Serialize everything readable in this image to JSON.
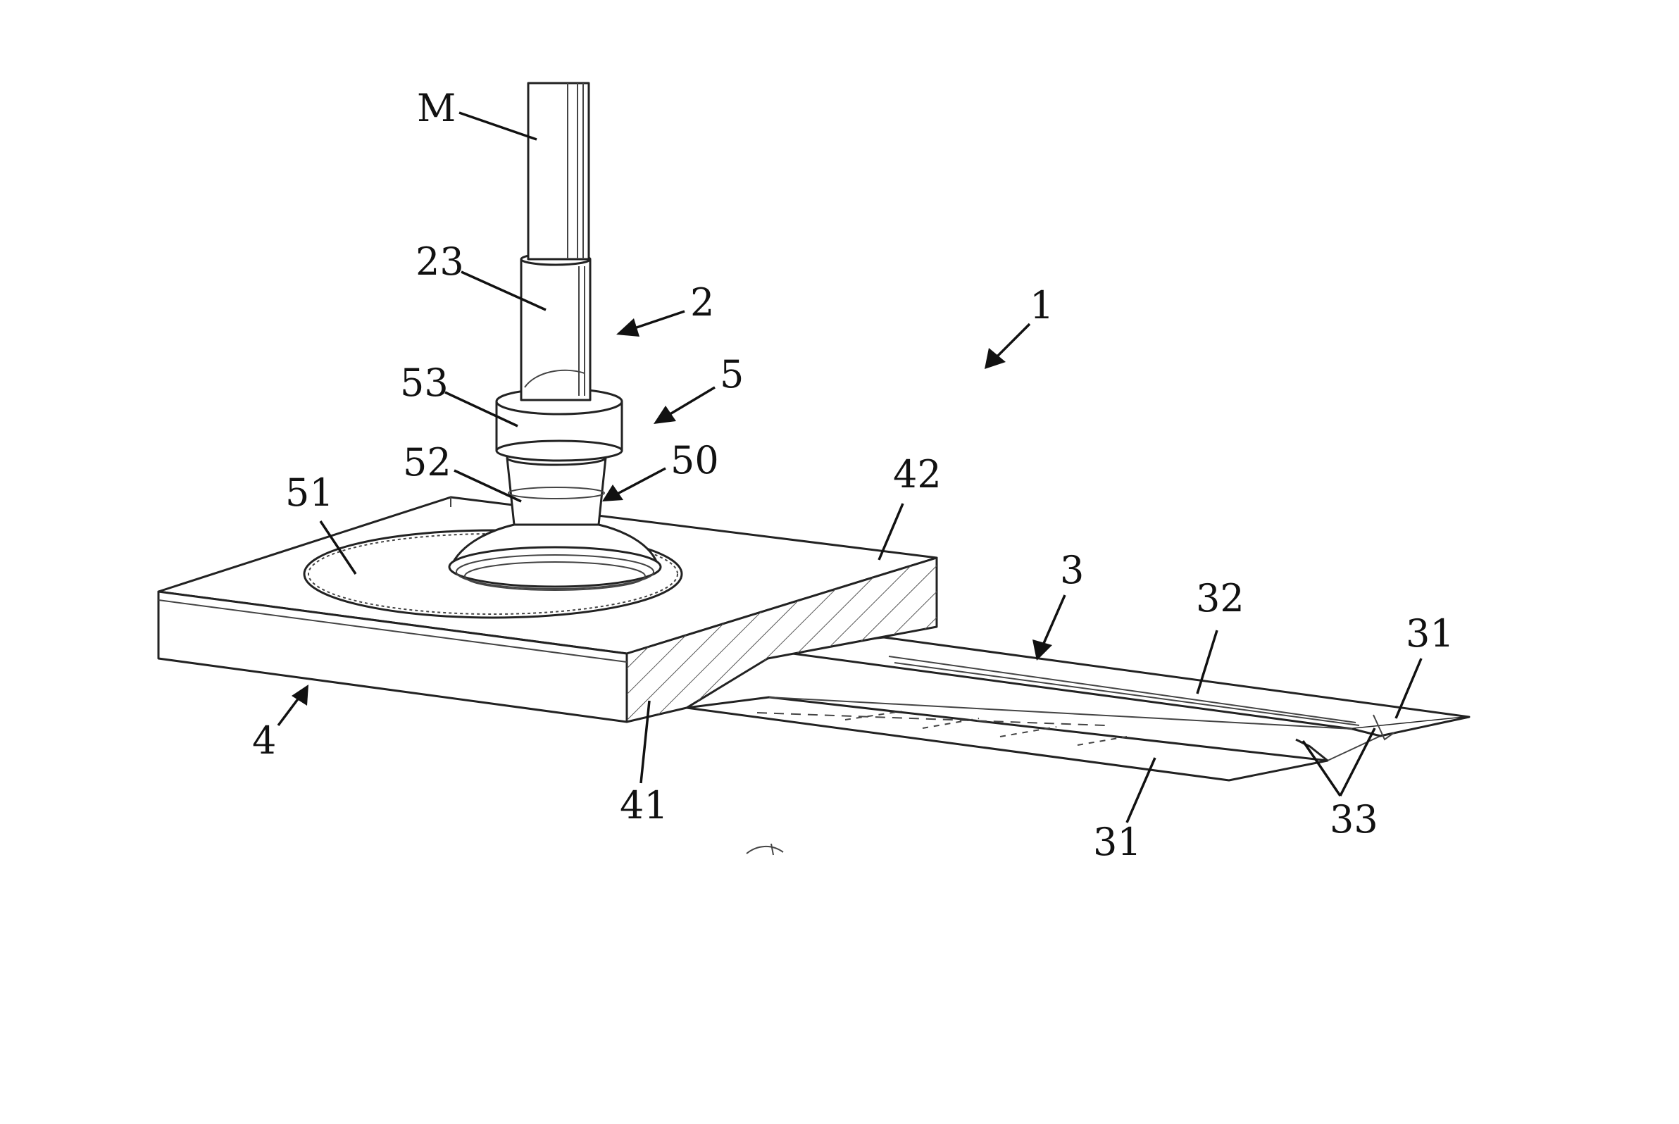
{
  "reference_numerals": {
    "M": "M",
    "n23": "23",
    "n2": "2",
    "n1": "1",
    "n5": "5",
    "n53": "53",
    "n52": "52",
    "n50": "50",
    "n51": "51",
    "n42": "42",
    "n3": "3",
    "n32": "32",
    "n31_top": "31",
    "n4": "4",
    "n41": "41",
    "n31_bottom": "31",
    "n33": "33"
  }
}
